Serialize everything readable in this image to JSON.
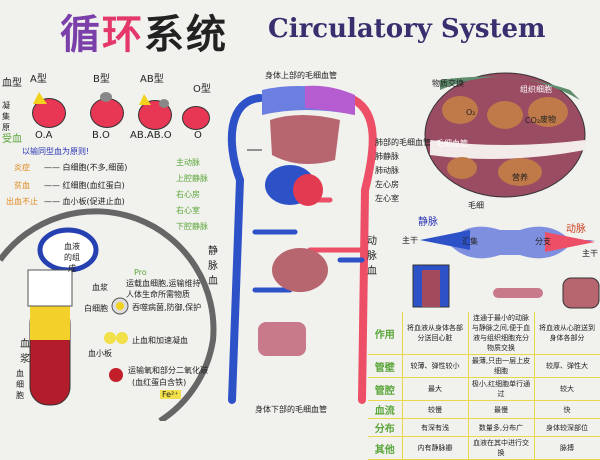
{
  "title": {
    "cn_chars": [
      "循",
      "环",
      "系",
      "统"
    ],
    "en": "Circulatory System",
    "cn_colors": [
      "#7a3fa8",
      "#e4376a",
      "#222222",
      "#222222"
    ]
  },
  "blood_types": {
    "row_label": "血型",
    "antigen_label": "凝集原",
    "receive_label": "受血",
    "types": [
      {
        "name": "A型",
        "receives": "O.A"
      },
      {
        "name": "B型",
        "receives": "B.O"
      },
      {
        "name": "AB型",
        "receives": "AB.AB.O"
      },
      {
        "name": "O型",
        "receives": "O"
      }
    ],
    "principle": "以输同型血为原则!"
  },
  "diseases": [
    {
      "name": "炎症",
      "cause": "白细胞(不多,细菌)"
    },
    {
      "name": "贫血",
      "cause": "红细胞(血红蛋白)"
    },
    {
      "name": "出血不止",
      "cause": "血小板(促进止血)"
    }
  ],
  "heart": {
    "top": "身体上部的毛细血管",
    "bottom": "身体下部的毛细血管",
    "left_labels": [
      "主动脉",
      "上腔静脉",
      "右心房",
      "右心室",
      "下腔静脉"
    ],
    "right_labels": [
      "肺部的毛细血管",
      "肺静脉",
      "肺动脉",
      "左心房",
      "左心室"
    ],
    "vein_blood": "静脉血",
    "artery_blood": "动脉血"
  },
  "blood": {
    "title": "血液的组成",
    "plasma": "血浆",
    "cells": "血细胞",
    "wbc": "白细胞",
    "platelet": "血小板",
    "plasma_fn_tag": "Pro",
    "plasma_fn": "运载血细胞,运输维持人体生命所需物质",
    "wbc_fn": "吞噬病菌,防御,保护",
    "platelet_fn": "止血和加速凝血",
    "rbc_fn": "运输氧和部分二氧化碳",
    "rbc_note": "(血红蛋白含铁)",
    "fe": "Fe²⁺"
  },
  "exchange": {
    "title": "物质交换",
    "tissue": "组织细胞",
    "capillary": "毛细血管",
    "o2": "O₂",
    "co2": "CO₂",
    "waste": "废物",
    "nutrient": "营养"
  },
  "vessels": {
    "cap": "毛细",
    "vein": "静脉",
    "artery": "动脉",
    "trunk": "主干",
    "branch": "分支",
    "merge": "汇集"
  },
  "table": {
    "rows": [
      {
        "h": "作用",
        "vein": "将血液从身体各部分送回心脏",
        "cap": "连通于最小的动脉与静脉之间,便于血液与组织细胞充分物质交换",
        "art": "将血液从心脏送到身体各部分"
      },
      {
        "h": "管壁",
        "vein": "较薄、弹性较小",
        "cap": "最薄,只由一层上皮细胞",
        "art": "较厚、弹性大"
      },
      {
        "h": "管腔",
        "vein": "最大",
        "cap": "极小,红细胞单行通过",
        "art": "较大"
      },
      {
        "h": "血流",
        "vein": "较慢",
        "cap": "最慢",
        "art": "快"
      },
      {
        "h": "分布",
        "vein": "有深有浅",
        "cap": "数量多,分布广",
        "art": "身体较深部位"
      },
      {
        "h": "其他",
        "vein": "内有静脉瓣",
        "cap": "血液在其中进行交换",
        "art": "脉搏"
      }
    ]
  }
}
